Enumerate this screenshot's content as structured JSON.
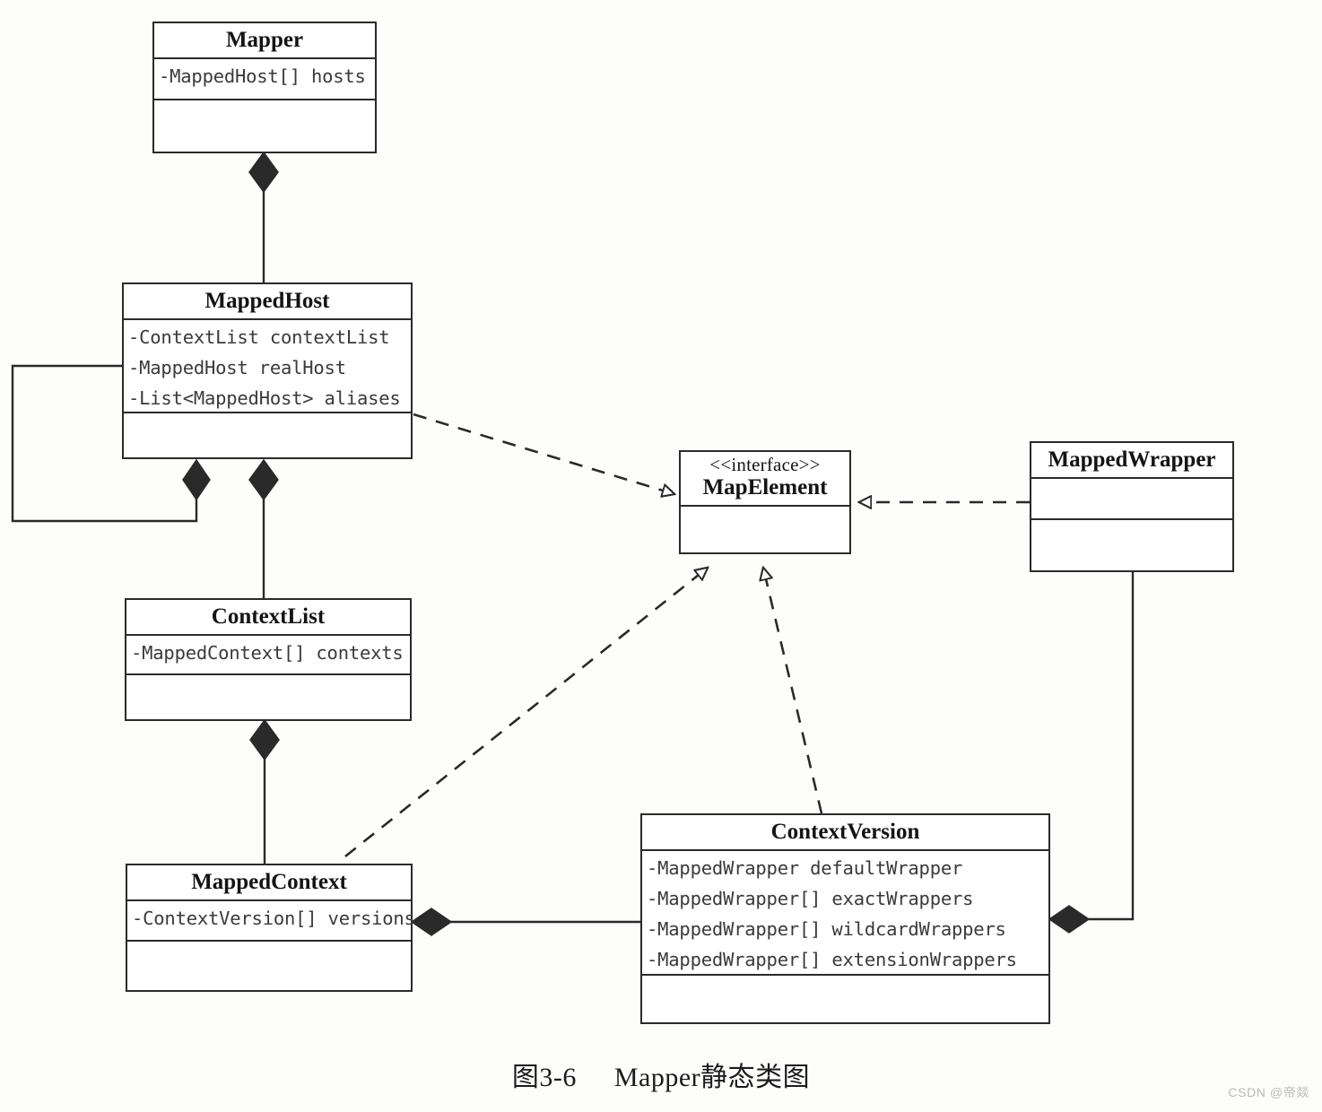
{
  "diagram": {
    "caption_number": "图3-6",
    "caption_title": "Mapper静态类图",
    "watermark": "CSDN @帝燚"
  },
  "classes": {
    "mapper": {
      "name": "Mapper",
      "attributes": [
        "-MappedHost[] hosts"
      ]
    },
    "mapped_host": {
      "name": "MappedHost",
      "attributes": [
        "-ContextList contextList",
        "-MappedHost realHost",
        "-List<MappedHost> aliases"
      ]
    },
    "context_list": {
      "name": "ContextList",
      "attributes": [
        "-MappedContext[] contexts"
      ]
    },
    "mapped_context": {
      "name": "MappedContext",
      "attributes": [
        "-ContextVersion[] versions"
      ]
    },
    "map_element": {
      "stereotype": "<<interface>>",
      "name": "MapElement",
      "attributes": []
    },
    "mapped_wrapper": {
      "name": "MappedWrapper",
      "attributes": []
    },
    "context_version": {
      "name": "ContextVersion",
      "attributes": [
        "-MappedWrapper defaultWrapper",
        "-MappedWrapper[] exactWrappers",
        "-MappedWrapper[] wildcardWrappers",
        "-MappedWrapper[] extensionWrappers"
      ]
    }
  },
  "relations": [
    {
      "id": "mapper-mappedhost",
      "type": "composition",
      "from": "Mapper",
      "to": "MappedHost"
    },
    {
      "id": "mappedhost-self",
      "type": "composition",
      "from": "MappedHost",
      "to": "MappedHost"
    },
    {
      "id": "mappedhost-contextlist",
      "type": "composition",
      "from": "MappedHost",
      "to": "ContextList"
    },
    {
      "id": "contextlist-mappedcontext",
      "type": "composition",
      "from": "ContextList",
      "to": "MappedContext"
    },
    {
      "id": "mappedcontext-contextversion",
      "type": "composition",
      "from": "MappedContext",
      "to": "ContextVersion"
    },
    {
      "id": "contextversion-mappedwrapper",
      "type": "composition",
      "from": "ContextVersion",
      "to": "MappedWrapper"
    },
    {
      "id": "mappedhost-mapelement",
      "type": "realization",
      "from": "MappedHost",
      "to": "MapElement"
    },
    {
      "id": "mappedcontext-mapelement",
      "type": "realization",
      "from": "MappedContext",
      "to": "MapElement"
    },
    {
      "id": "contextversion-mapelement",
      "type": "realization",
      "from": "ContextVersion",
      "to": "MapElement"
    },
    {
      "id": "mappedwrapper-mapelement",
      "type": "realization",
      "from": "MappedWrapper",
      "to": "MapElement"
    }
  ],
  "style": {
    "line_color": "#2a2a2a",
    "box_fill": "#ffffff",
    "page_background": "#fdfdfc",
    "attribute_text_color": "#3a3a3a"
  }
}
